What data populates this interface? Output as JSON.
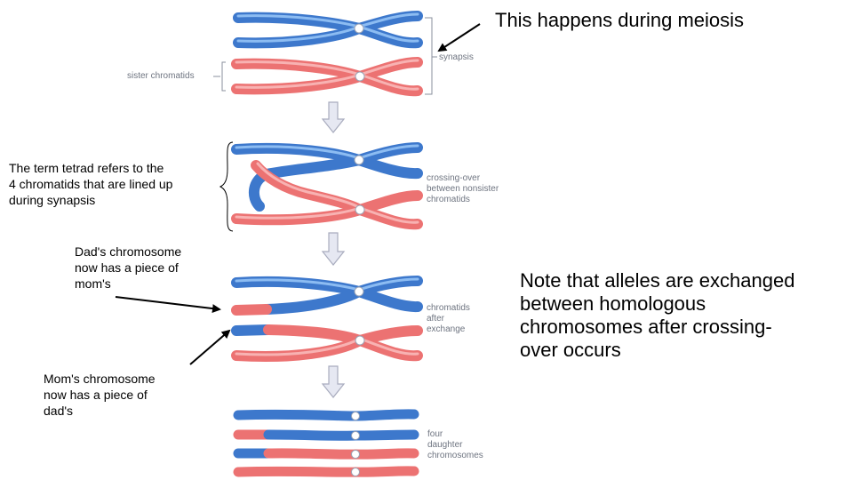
{
  "title": "This happens during meiosis",
  "note": [
    "Note that alleles are exchanged",
    "between homologous",
    "chromosomes after crossing-",
    "over occurs"
  ],
  "tetrad_note": [
    "The term tetrad refers to the",
    "4 chromatids that are lined up",
    "during synapsis"
  ],
  "dad_note": [
    "Dad's chromosome",
    "now has a piece of",
    "mom's"
  ],
  "mom_note": [
    "Mom's chromosome",
    "now has a piece of",
    "dad's"
  ],
  "labels": {
    "sister_chromatids": "sister chromatids",
    "synapsis": "synapsis",
    "crossing_over": [
      "crossing-over",
      "between nonsister",
      "chromatids"
    ],
    "after_exchange": [
      "chromatids",
      "after",
      "exchange"
    ],
    "daughters": [
      "four",
      "daughter",
      "chromosomes"
    ]
  },
  "colors": {
    "blue": "#4a86d8",
    "blue_light": "#7fb0ee",
    "red": "#ee7b7b",
    "red_light": "#f6aaaa",
    "label_gray": "#6e7480",
    "arrow_fill": "#e6e8f2",
    "arrow_stroke": "#a9acbe"
  }
}
